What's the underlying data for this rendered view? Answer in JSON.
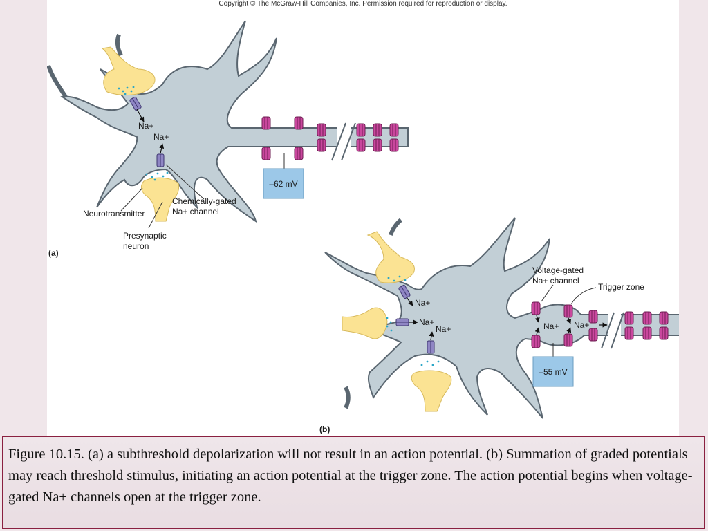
{
  "copyright": "Copyright © The McGraw-Hill Companies, Inc. Permission required for reproduction or display.",
  "panel_a": {
    "tag": "(a)",
    "na_upper": "Na+",
    "na_lower": "Na+",
    "voltage": "–62 mV",
    "neurotransmitter": "Neurotransmitter",
    "channel_line1": "Chemically-gated",
    "channel_line2": "Na+ channel",
    "presyn_line1": "Presynaptic",
    "presyn_line2": "neuron"
  },
  "panel_b": {
    "tag": "(b)",
    "na_1": "Na+",
    "na_2": "Na+",
    "na_3": "Na+",
    "na_4": "Na+",
    "na_5": "Na+",
    "voltage": "–55 mV",
    "vg_line1": "Voltage-gated",
    "vg_line2": "Na+ channel",
    "trigger": "Trigger zone"
  },
  "caption": "Figure 10.15. (a) a subthreshold depolarization will not result in an action potential. (b) Summation of graded potentials may reach threshold stimulus, initiating an action potential at the trigger zone. The action potential begins when voltage-gated Na+ channels open at the trigger zone.",
  "colors": {
    "neuron_body": "#c2cfd6",
    "presynaptic": "#fbe393",
    "voltage_box": "#9cc8e8",
    "chemical_channel": "#8f86c4",
    "voltage_channel": "#c9479d",
    "caption_border": "#8a2040"
  }
}
